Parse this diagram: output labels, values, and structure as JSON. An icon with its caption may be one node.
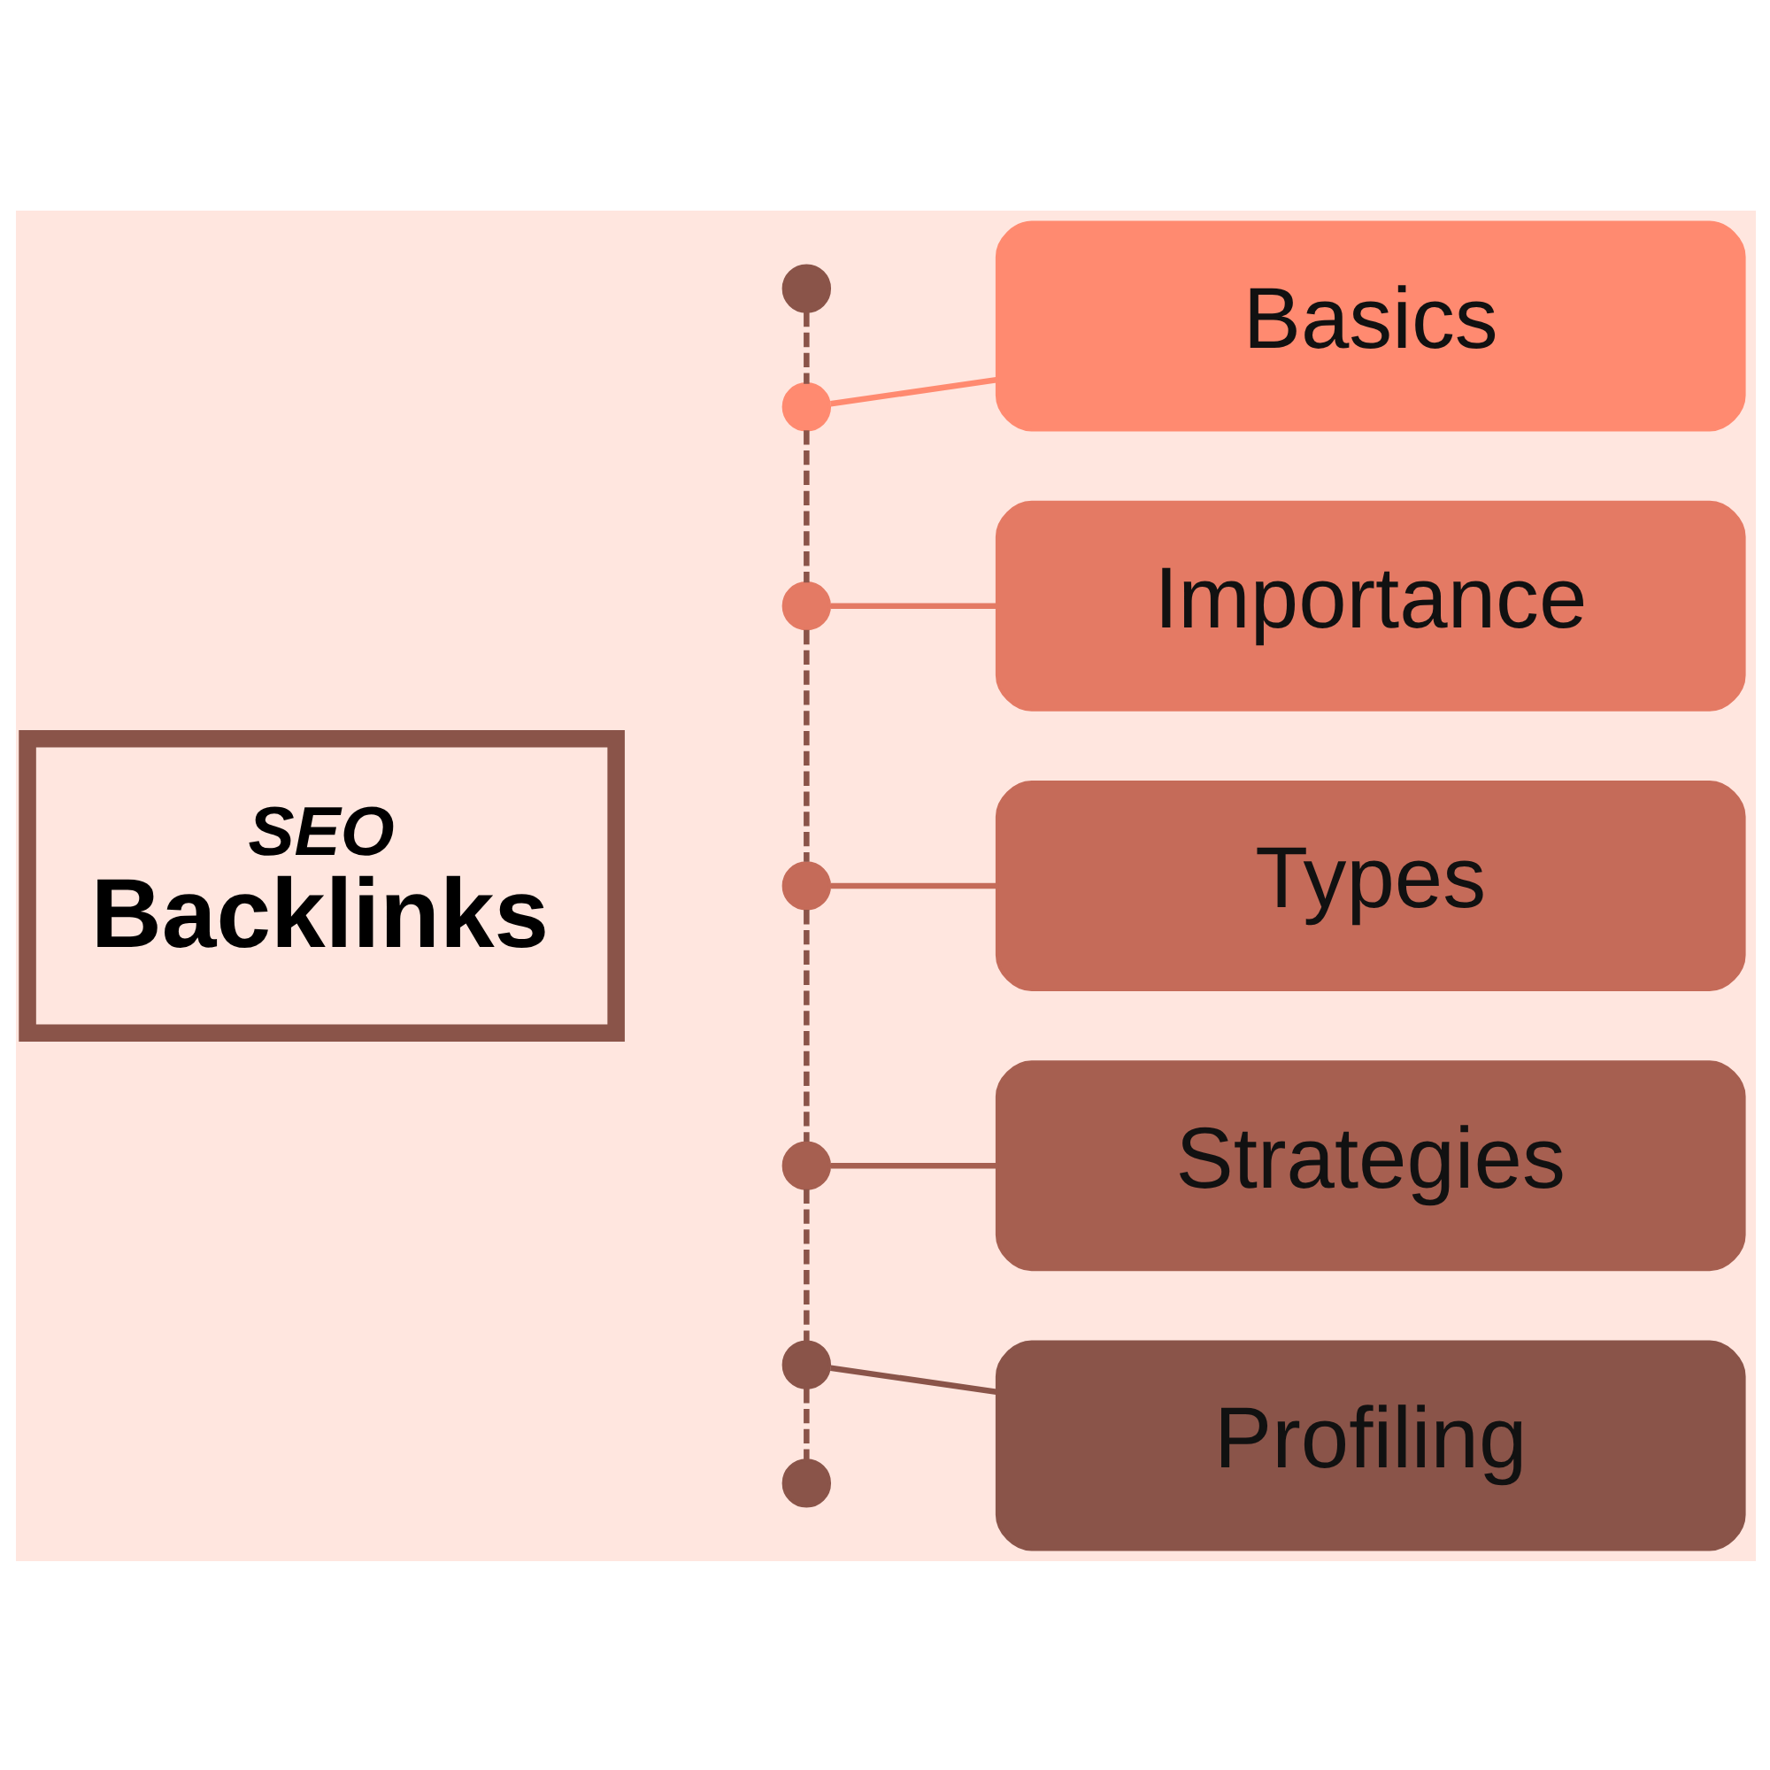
{
  "diagram": {
    "nodes": [
      {
        "text": [
          "SEO",
          "Backlinks"
        ]
      },
      {
        "text": [],
        "shape": "circle"
      },
      {
        "text": [],
        "shape": "circle"
      },
      {
        "text": [
          "Basics"
        ]
      },
      {
        "text": [],
        "shape": "circle"
      },
      {
        "text": [
          "Importance"
        ]
      },
      {
        "text": [],
        "shape": "circle"
      },
      {
        "text": [
          "Types"
        ]
      },
      {
        "text": [],
        "shape": "circle"
      },
      {
        "text": [
          "Strategies"
        ]
      },
      {
        "text": [],
        "shape": "circle"
      },
      {
        "text": [
          "Profiling"
        ]
      },
      {
        "text": [],
        "shape": "circle"
      }
    ],
    "edges": [
      {
        "from": 1,
        "to": 2,
        "arrow": "none",
        "style": "dashed",
        "color": "#8a5449"
      },
      {
        "from": 2,
        "to": 4,
        "arrow": "none",
        "style": "dashed",
        "color": "#8a5449"
      },
      {
        "from": 4,
        "to": 6,
        "arrow": "none",
        "style": "dashed",
        "color": "#8a5449"
      },
      {
        "from": 6,
        "to": 8,
        "arrow": "none",
        "style": "dashed",
        "color": "#8a5449"
      },
      {
        "from": 8,
        "to": 10,
        "arrow": "none",
        "style": "dashed",
        "color": "#8a5449"
      },
      {
        "from": 10,
        "to": 12,
        "arrow": "none",
        "style": "dashed",
        "color": "#8a5449"
      },
      {
        "from": 2,
        "to": 3,
        "arrow": "none",
        "color": "#ff8a70"
      },
      {
        "from": 4,
        "to": 5,
        "arrow": "none",
        "color": "#e47a64"
      },
      {
        "from": 6,
        "to": 7,
        "arrow": "none",
        "color": "#c56b59"
      },
      {
        "from": 8,
        "to": 9,
        "arrow": "none",
        "color": "#a65f50"
      },
      {
        "from": 10,
        "to": 11,
        "arrow": "none",
        "color": "#8a5449"
      }
    ]
  }
}
